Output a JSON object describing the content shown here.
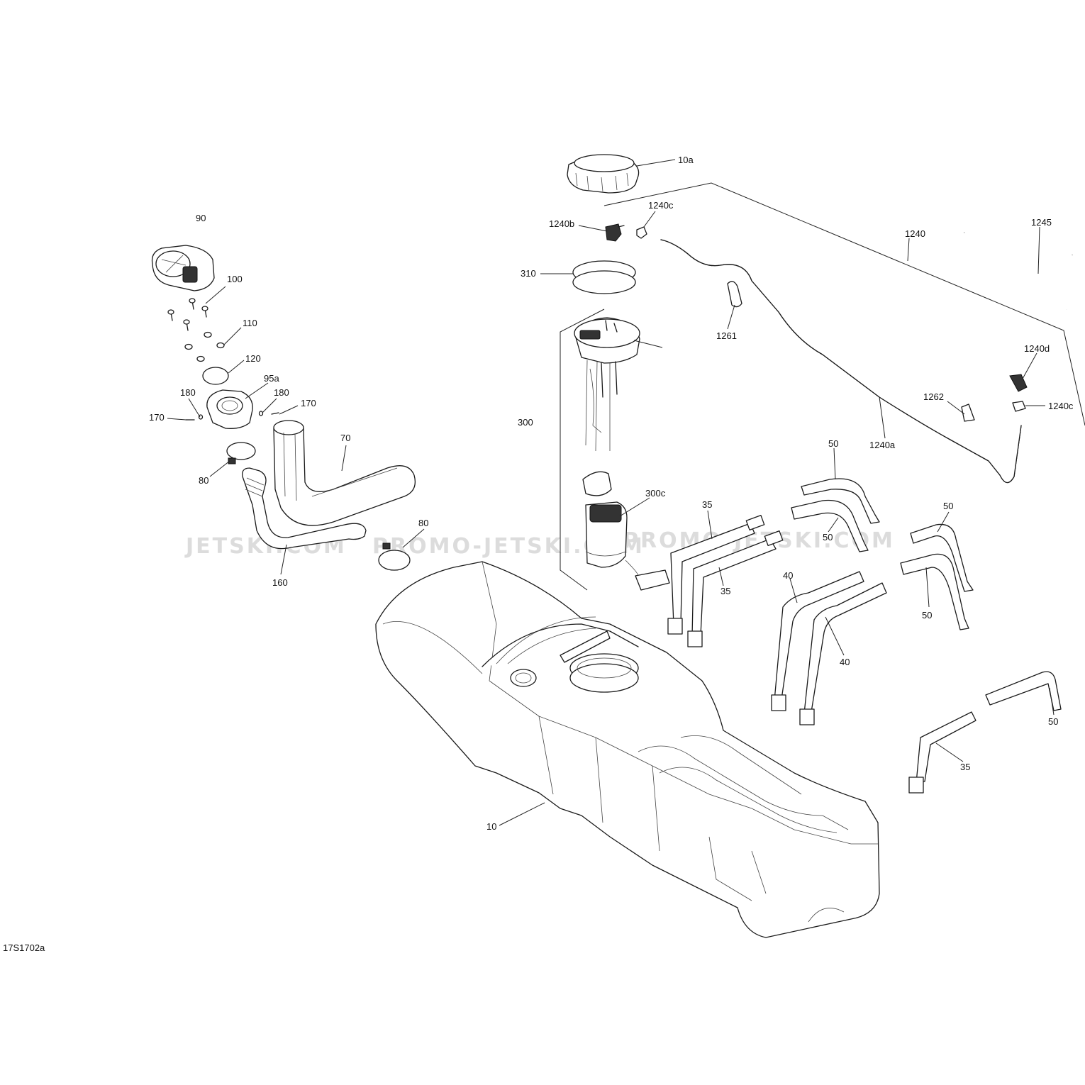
{
  "watermarks": [
    "JETSKI.COM",
    "PROMO-JETSKI.COM",
    "PROMO-JETSKI.COM"
  ],
  "drawing_ref": "17S1702a",
  "callouts": {
    "c10a": "10a",
    "c1240c_top": "1240c",
    "c1240b": "1240b",
    "c1240": "1240",
    "c1245": "1245",
    "c310": "310",
    "c1261": "1261",
    "c1240d": "1240d",
    "c1240c_right": "1240c",
    "c1262": "1262",
    "c300": "300",
    "c1240a": "1240a",
    "c300c": "300c",
    "c90": "90",
    "c100": "100",
    "c110": "110",
    "c120": "120",
    "c95a": "95a",
    "c180_left": "180",
    "c180_right": "180",
    "c170_left": "170",
    "c170_right": "170",
    "c70": "70",
    "c80_left": "80",
    "c80_mid": "80",
    "c160": "160",
    "c50_a": "50",
    "c50_b": "50",
    "c50_c": "50",
    "c50_d": "50",
    "c50_e": "50",
    "c35_a": "35",
    "c35_b": "35",
    "c35_c": "35",
    "c40_a": "40",
    "c40_b": "40",
    "c10": "10"
  }
}
